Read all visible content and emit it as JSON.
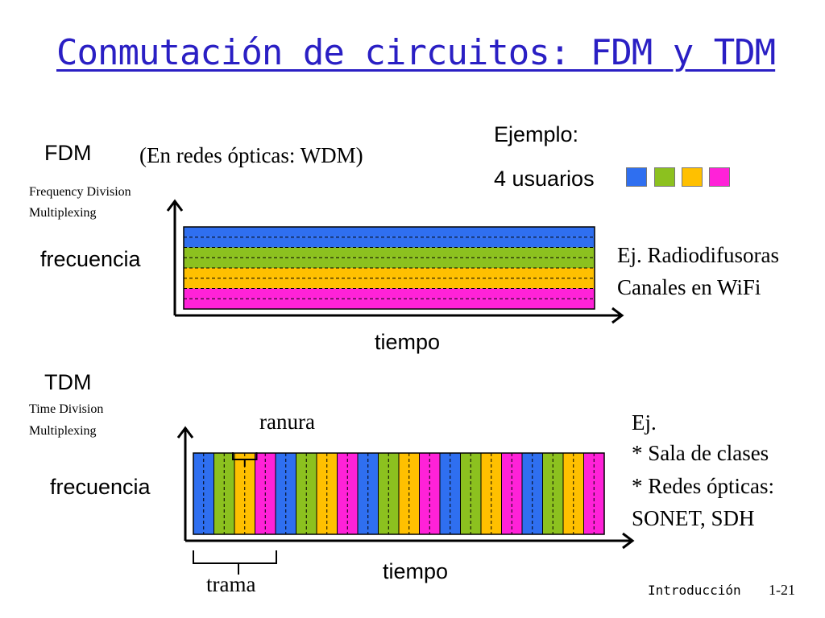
{
  "title": "Conmutación de circuitos: FDM y TDM",
  "example": {
    "heading": "Ejemplo:",
    "users_label": "4 usuarios",
    "user_colors": [
      "#2f6ff0",
      "#8cc11f",
      "#ffc000",
      "#ff22d8"
    ]
  },
  "fdm": {
    "label": "FDM",
    "note": "(En redes ópticas: WDM)",
    "full_name_line1": "Frequency Division",
    "full_name_line2": "Multiplexing",
    "y_axis": "frecuencia",
    "x_axis": "tiempo",
    "examples_line1": "Ej. Radiodifusoras",
    "examples_line2": "Canales en WiFi",
    "bands": [
      "#2f6ff0",
      "#8cc11f",
      "#ffc000",
      "#ff22d8"
    ]
  },
  "tdm": {
    "label": "TDM",
    "full_name_line1": "Time Division",
    "full_name_line2": "Multiplexing",
    "y_axis": "frecuencia",
    "x_axis": "tiempo",
    "slot_label": "ranura",
    "frame_label": "trama",
    "examples": [
      "Ej.",
      "* Sala de clases",
      "* Redes ópticas:",
      "SONET, SDH"
    ],
    "slot_cycle": [
      "#2f6ff0",
      "#8cc11f",
      "#ffc000",
      "#ff22d8"
    ],
    "frames": 5
  },
  "footer": {
    "section": "Introducción",
    "page": "1-21"
  }
}
